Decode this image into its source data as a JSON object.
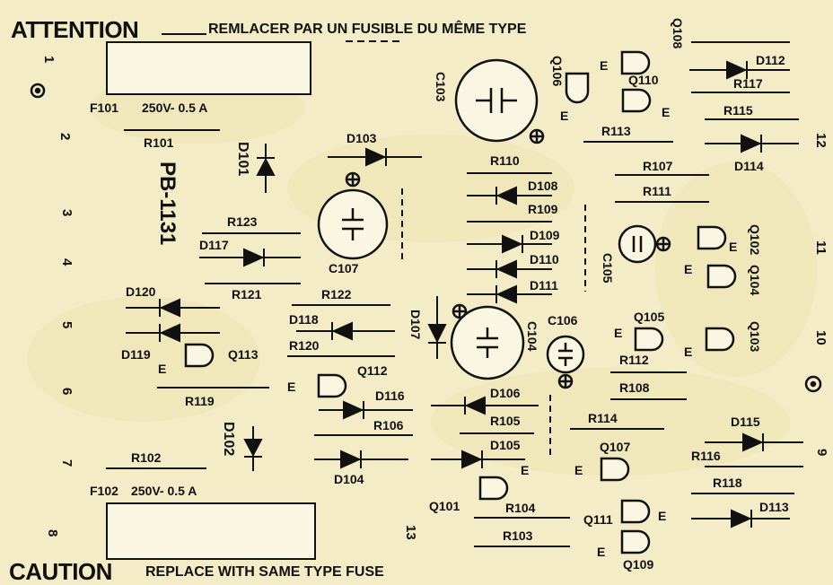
{
  "header": {
    "attention_word": "ATTENTION",
    "attention_text": "REMLACER PAR UN FUSIBLE DU MÊME TYPE"
  },
  "footer": {
    "caution_word": "CAUTION",
    "caution_text": "REPLACE WITH SAME TYPE FUSE"
  },
  "board_id": "PB-1131",
  "fuses": [
    {
      "ref": "F101",
      "rating": "250V- 0.5 A"
    },
    {
      "ref": "F102",
      "rating": "250V- 0.5 A"
    }
  ],
  "pins": [
    "1",
    "2",
    "3",
    "4",
    "5",
    "6",
    "7",
    "8",
    "9",
    "10",
    "11",
    "12",
    "13"
  ],
  "resistors": [
    "R101",
    "R102",
    "R103",
    "R104",
    "R105",
    "R106",
    "R107",
    "R108",
    "R110",
    "R111",
    "R112",
    "R113",
    "R114",
    "R115",
    "R116",
    "R117",
    "R118",
    "R119",
    "R120",
    "R121",
    "R122",
    "R123",
    "R109"
  ],
  "diodes": [
    "D101",
    "D102",
    "D103",
    "D104",
    "D105",
    "D106",
    "D107",
    "D108",
    "D109",
    "D110",
    "D111",
    "D112",
    "D113",
    "D114",
    "D115",
    "D116",
    "D117",
    "D118",
    "D119",
    "D120"
  ],
  "transistors": [
    "Q101",
    "Q102",
    "Q103",
    "Q104",
    "Q105",
    "Q106",
    "Q107",
    "Q108",
    "Q109",
    "Q110",
    "Q111",
    "Q112",
    "Q113"
  ],
  "capacitors": [
    "C103",
    "C104",
    "C105",
    "C106",
    "C107"
  ],
  "emitter_mark": "E",
  "colors": {
    "ink": "#111111",
    "board": "#f3ecc6"
  }
}
